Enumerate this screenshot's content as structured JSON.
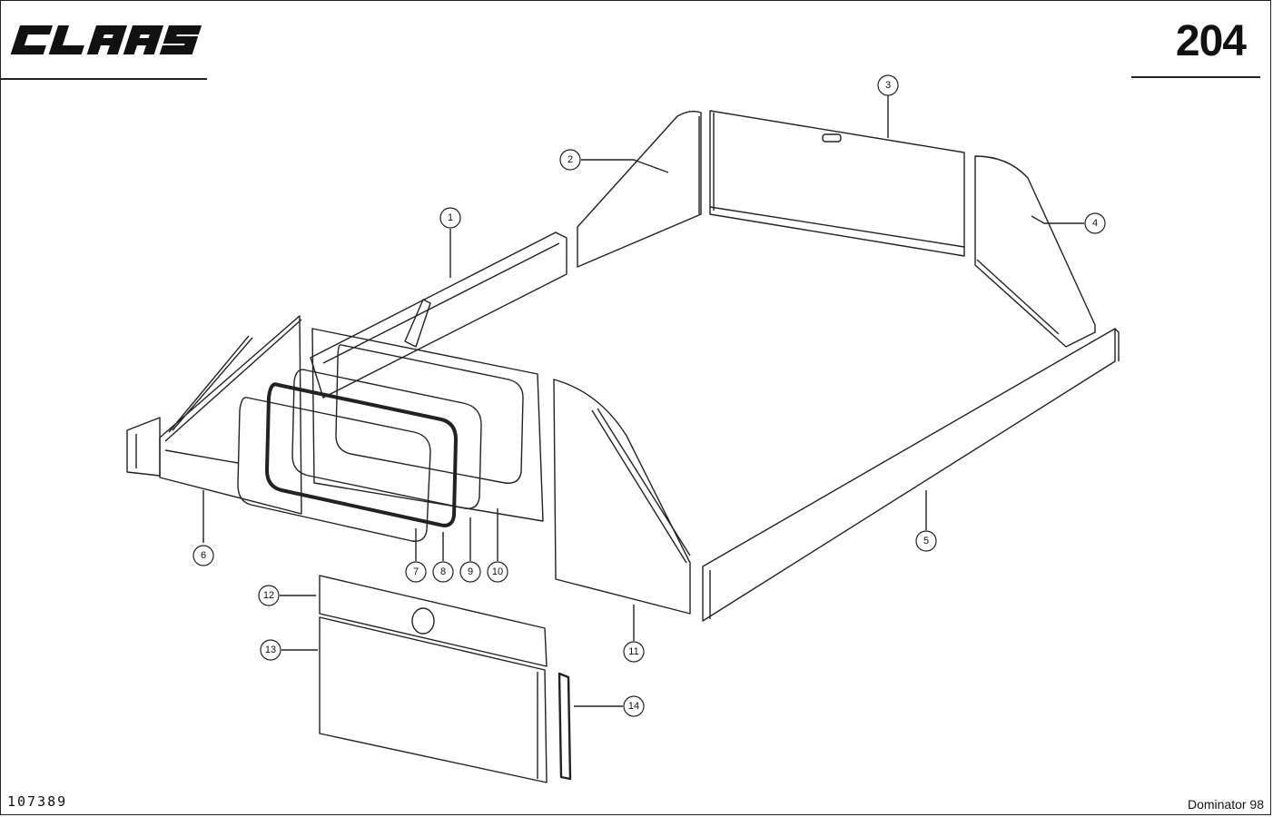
{
  "header": {
    "brand": "CLAAS",
    "page_number": "204"
  },
  "footer": {
    "doc_id": "107389",
    "model": "Dominator 98"
  },
  "callouts": [
    "1",
    "2",
    "3",
    "4",
    "5",
    "6",
    "7",
    "8",
    "9",
    "10",
    "11",
    "12",
    "13",
    "14"
  ]
}
